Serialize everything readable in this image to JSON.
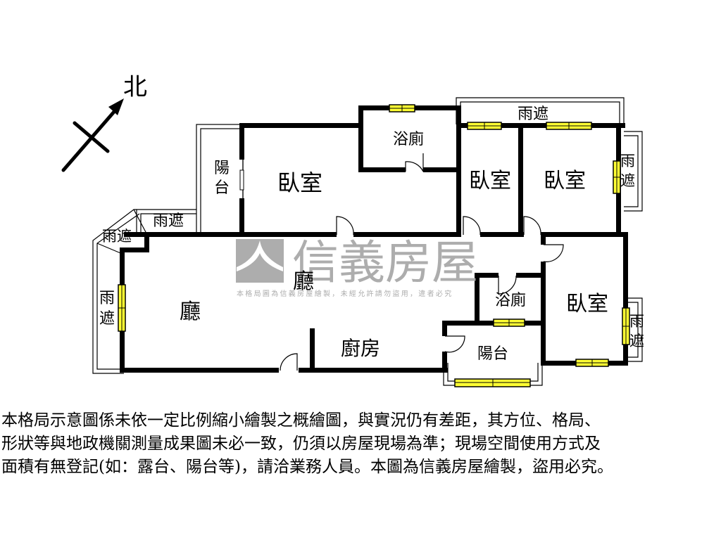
{
  "compass": {
    "label": "北",
    "icon": "north-arrow-icon"
  },
  "rooms": {
    "master_bedroom": "臥室",
    "master_bath": "浴廁",
    "west_balcony": {
      "line1": "陽",
      "line2": "台"
    },
    "bedroom_2": "臥室",
    "bedroom_3": "臥室",
    "bedroom_4": "臥室",
    "living_room": "廳",
    "dining_room": "廳",
    "kitchen": "廚房",
    "bath_2": "浴廁",
    "service_balcony": "陽台"
  },
  "canopies": {
    "north": "雨遮",
    "east_upper": {
      "line1": "雨",
      "line2": "遮"
    },
    "east_lower": {
      "line1": "雨",
      "line2": "遮"
    },
    "northwest_top": "雨遮",
    "northwest_corner": "雨遮",
    "west": {
      "line1": "雨",
      "line2": "遮"
    }
  },
  "watermark": {
    "brand": "信義房屋",
    "notice": "本格局圖為信義房屋繪製，未經允許請勿盜用，違者必究",
    "color": "#a9a9a9"
  },
  "colors": {
    "wall": "#000000",
    "window": "#ffff33"
  },
  "disclaimer": "本格局示意圖係未依一定比例縮小繪製之概繪圖，與實況仍有差距，其方位、格局、\n形狀等與地政機關測量成果圖未必一致，仍須以房屋現場為準；現場空間使用方式及\n面積有無登記(如：露台、陽台等)，請洽業務人員。本圖為信義房屋繪製，盜用必究。"
}
